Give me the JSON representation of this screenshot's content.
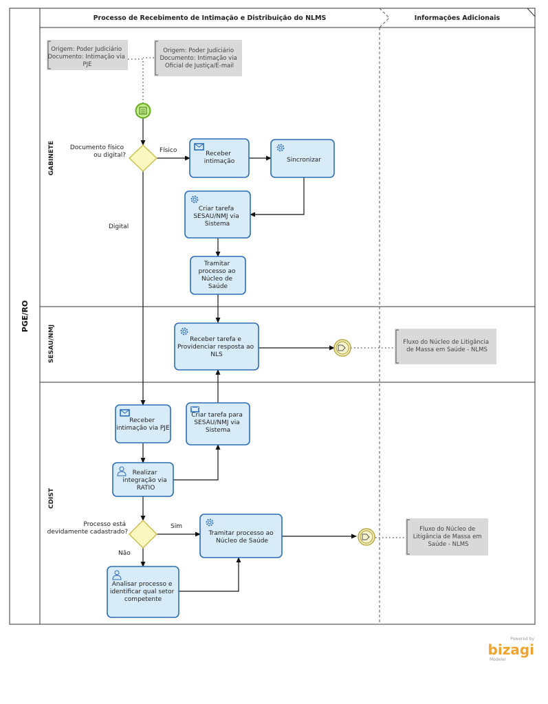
{
  "pool": {
    "name": "PGE/RO"
  },
  "headers": {
    "main": "Processo de Recebimento de Intimação e Distribuição do NLMS",
    "side": "Informações Adicionais"
  },
  "lanes": {
    "gabinete": "GABINETE",
    "sesau": "SESAU/NMJ",
    "cdist": "CDIST"
  },
  "annotations": {
    "a1": [
      "Origem: Poder Judiciário",
      "Documento: Intimação via",
      "PJE"
    ],
    "a2": [
      "Origem: Poder Judiciário",
      "Documento: Intimação via",
      "Oficial de Justiça/E-mail"
    ],
    "a3": [
      "Fluxo do Núcleo de Litigância",
      "de Massa em Saúde - NLMS"
    ],
    "a4": [
      "Fluxo do Núcleo de",
      "Litigância de Massa em",
      "Saúde - NLMS"
    ]
  },
  "gateways": {
    "g1": [
      "Documento físico",
      "ou digital?"
    ],
    "g2": [
      "Processo está",
      "devidamente cadastrado?"
    ]
  },
  "tasks": {
    "t1": [
      "Receber",
      "intimação"
    ],
    "t2": [
      "Sincronizar"
    ],
    "t3": [
      "Criar tarefa",
      "SESAU/NMJ via",
      "Sistema"
    ],
    "t4": [
      "Tramitar",
      "processo ao",
      "Núcleo de",
      "Saúde"
    ],
    "t5": [
      "Receber tarefa e",
      "Providenciar resposta ao",
      "NLS"
    ],
    "t6": [
      "Receber",
      "intimação via PJE"
    ],
    "t7": [
      "Criar tarefa para",
      "SESAU/NMJ via",
      "Sistema"
    ],
    "t8": [
      "Realizar",
      "integração via",
      "RATIO"
    ],
    "t9": [
      "Tramitar processo ao",
      "Núcleo de Saúde"
    ],
    "t10": [
      "Analisar processo e",
      "identificar qual setor",
      "competente"
    ]
  },
  "flow_labels": {
    "fisico": "Físico",
    "digital": "Digital",
    "sim": "Sim",
    "nao": "Não"
  },
  "branding": {
    "powered": "Powered by",
    "name": "bizagi",
    "product": "Modeler"
  },
  "colors": {
    "task_fill": "#d8ebf8",
    "task_stroke": "#2b6cb5",
    "gateway_fill": "#fbf7c0",
    "gateway_stroke": "#c9c050",
    "start_fill": "#c3ec8a",
    "start_stroke": "#66aa22",
    "end_fill": "#f7f3cc",
    "end_stroke": "#b7a73e",
    "annotation_fill": "#d9d9d9",
    "brand": "#f0a430"
  }
}
